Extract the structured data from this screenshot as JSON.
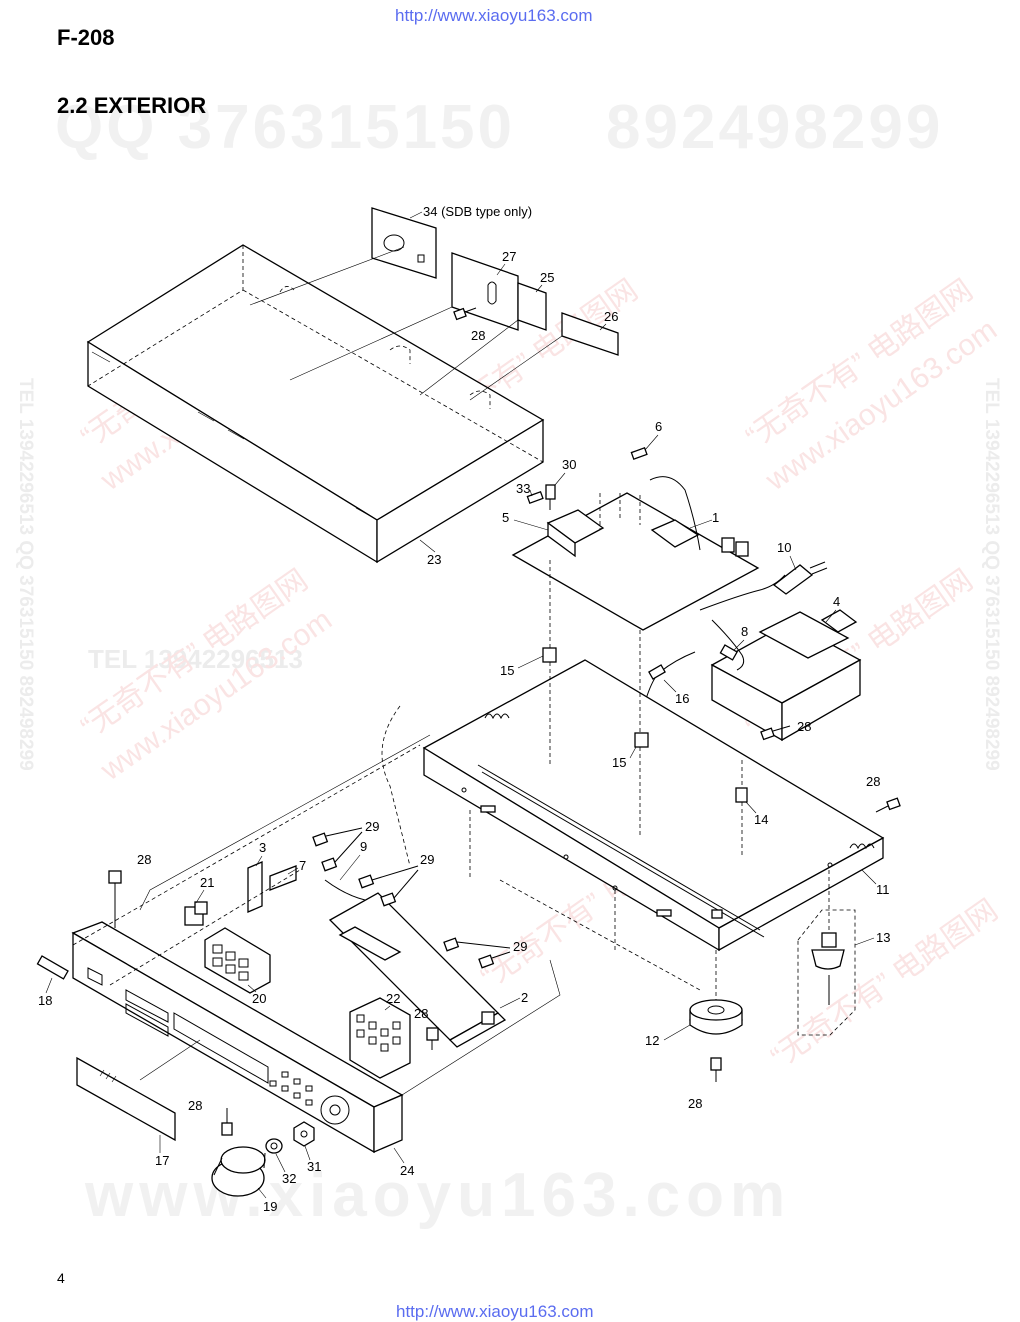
{
  "header": {
    "url_top": "http://www.xiaoyu163.com",
    "model": "F-208",
    "section_title": "2.2 EXTERIOR"
  },
  "footer": {
    "page_number": "4",
    "url_bottom": "http://www.xiaoyu163.com"
  },
  "watermarks": {
    "qq_left": "QQ 376315150",
    "qq_right": "892498299",
    "site": "www.xiaoyu163.com",
    "tel_mid": "TEL 13942296513",
    "vertical": "TEL 13942296513  QQ 376315150  892498299",
    "diag_cn": "“无奇不有” 电路图网",
    "diag_site": "www.xiaoyu163.com"
  },
  "callouts": {
    "c1": "1",
    "c2": "2",
    "c3": "3",
    "c4": "4",
    "c5": "5",
    "c6": "6",
    "c7": "7",
    "c8": "8",
    "c9": "9",
    "c10": "10",
    "c11": "11",
    "c12": "12",
    "c13": "13",
    "c14": "14",
    "c15a": "15",
    "c15b": "15",
    "c16": "16",
    "c17": "17",
    "c18": "18",
    "c19": "19",
    "c20": "20",
    "c21": "21",
    "c22": "22",
    "c23": "23",
    "c24": "24",
    "c25": "25",
    "c26": "26",
    "c27": "27",
    "c28a": "28",
    "c28b": "28",
    "c28c": "28",
    "c28d": "28",
    "c28e": "28",
    "c28f": "28",
    "c28g": "28",
    "c29a": "29",
    "c29b": "29",
    "c29c": "29",
    "c30": "30",
    "c31": "31",
    "c32": "32",
    "c33": "33",
    "c34": "34 (SDB type only)"
  }
}
